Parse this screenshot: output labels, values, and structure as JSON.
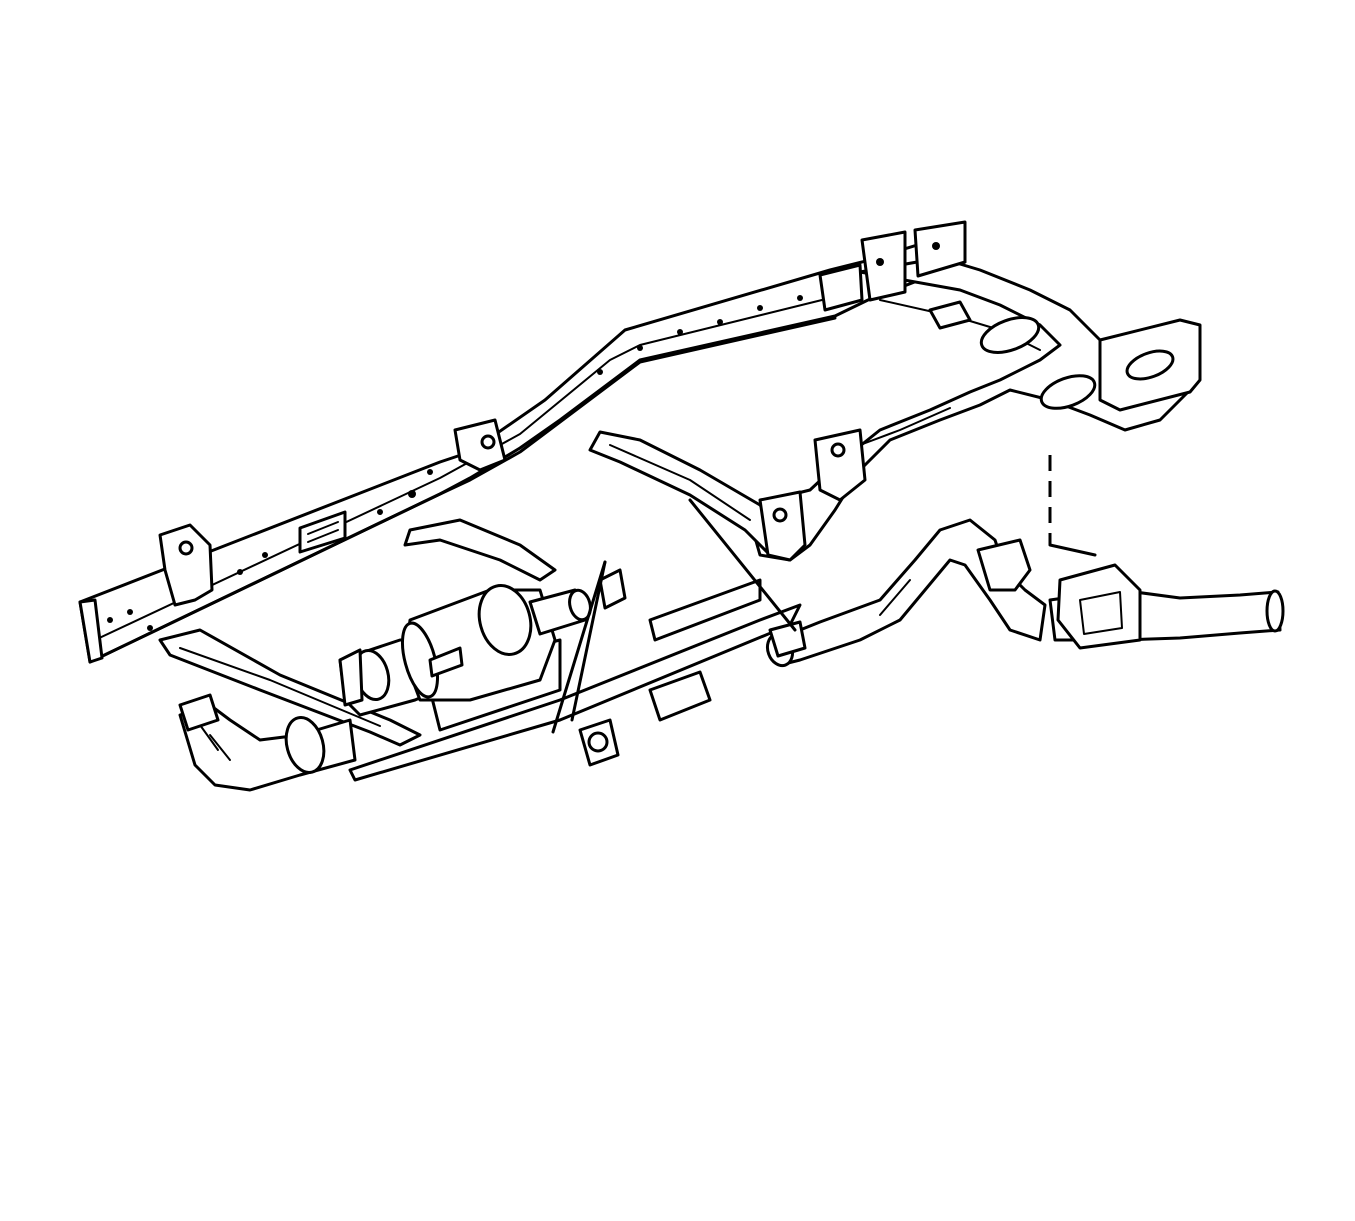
{
  "diagram": {
    "subject": "frame-and-exhaust-system",
    "components": [
      "frame-left-rail",
      "frame-right-rail",
      "crossmember-front",
      "crossmember-center",
      "crossmember-rear",
      "rear-bumper-mount",
      "catalytic-converter",
      "muffler",
      "exhaust-intermediate-pipe",
      "tail-pipe",
      "exhaust-hanger",
      "exhaust-flange-gasket"
    ],
    "stroke_color": "#000000",
    "background_color": "#ffffff"
  }
}
